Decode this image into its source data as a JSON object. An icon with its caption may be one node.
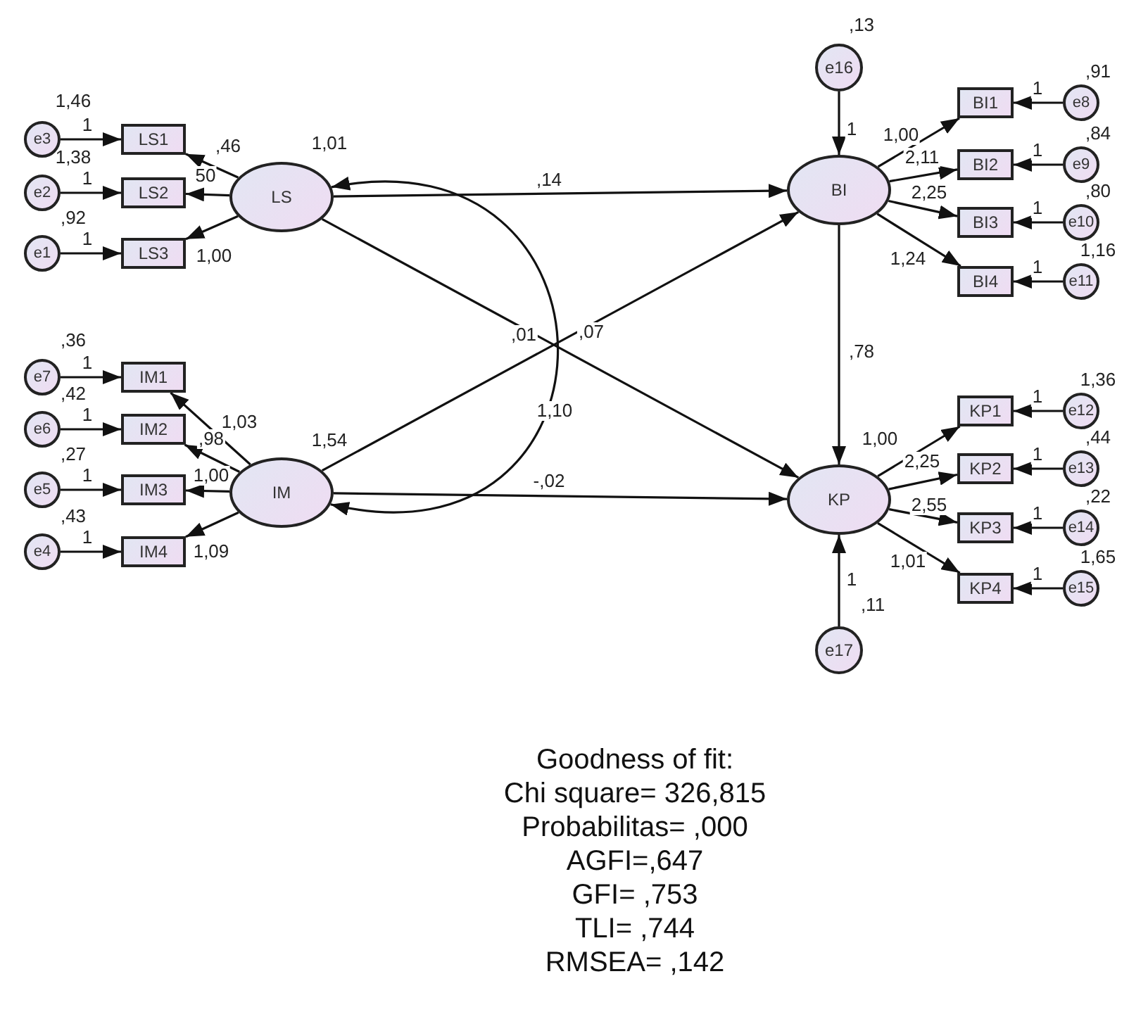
{
  "diagram": {
    "nodes": [
      {
        "text": [
          "e3"
        ],
        "beside": [
          "1,46"
        ]
      },
      {
        "text": [
          "e2"
        ],
        "beside": [
          "1,38"
        ]
      },
      {
        "text": [
          "e1"
        ],
        "beside": [
          ",92"
        ]
      },
      {
        "text": [
          "LS1"
        ]
      },
      {
        "text": [
          "LS2"
        ]
      },
      {
        "text": [
          "LS3"
        ]
      },
      {
        "text": [
          "LS"
        ],
        "beside": [
          "1,01"
        ]
      },
      {
        "text": [
          "e7"
        ],
        "beside": [
          ",36"
        ]
      },
      {
        "text": [
          "e6"
        ],
        "beside": [
          ",42"
        ]
      },
      {
        "text": [
          "e5"
        ],
        "beside": [
          ",27"
        ]
      },
      {
        "text": [
          "e4"
        ],
        "beside": [
          ",43"
        ]
      },
      {
        "text": [
          "IM1"
        ]
      },
      {
        "text": [
          "IM2"
        ]
      },
      {
        "text": [
          "IM3"
        ]
      },
      {
        "text": [
          "IM4"
        ]
      },
      {
        "text": [
          "IM"
        ],
        "beside": [
          "1,54"
        ]
      },
      {
        "text": [
          "e16"
        ],
        "beside": [
          ",13"
        ]
      },
      {
        "text": [
          "BI"
        ]
      },
      {
        "text": [
          "BI1"
        ]
      },
      {
        "text": [
          "BI2"
        ]
      },
      {
        "text": [
          "BI3"
        ]
      },
      {
        "text": [
          "BI4"
        ]
      },
      {
        "text": [
          "e8"
        ],
        "beside": [
          ",91"
        ]
      },
      {
        "text": [
          "e9"
        ],
        "beside": [
          ",84"
        ]
      },
      {
        "text": [
          "e10"
        ],
        "beside": [
          ",80"
        ]
      },
      {
        "text": [
          "e11"
        ],
        "beside": [
          "1,16"
        ]
      },
      {
        "text": [
          "KP"
        ]
      },
      {
        "text": [
          "KP1"
        ]
      },
      {
        "text": [
          "KP2"
        ]
      },
      {
        "text": [
          "KP3"
        ]
      },
      {
        "text": [
          "KP4"
        ]
      },
      {
        "text": [
          "e12"
        ],
        "beside": [
          "1,36"
        ]
      },
      {
        "text": [
          "e13"
        ],
        "beside": [
          ",44"
        ]
      },
      {
        "text": [
          "e14"
        ],
        "beside": [
          ",22"
        ]
      },
      {
        "text": [
          "e15"
        ],
        "beside": [
          "1,65"
        ]
      },
      {
        "text": [
          "e17"
        ],
        "beside": [
          ",11"
        ]
      }
    ],
    "edges": [
      {
        "from": 0,
        "to": 3,
        "arrow": "to",
        "label": "1"
      },
      {
        "from": 1,
        "to": 4,
        "arrow": "to",
        "label": "1"
      },
      {
        "from": 2,
        "to": 5,
        "arrow": "to",
        "label": "1"
      },
      {
        "from": 6,
        "to": 3,
        "arrow": "to",
        "label": ",46"
      },
      {
        "from": 6,
        "to": 4,
        "arrow": "to",
        "label": "50"
      },
      {
        "from": 6,
        "to": 5,
        "arrow": "to",
        "label": "1,00"
      },
      {
        "from": 6,
        "to": 15,
        "arrow": "both",
        "label": "1,10"
      },
      {
        "from": 7,
        "to": 11,
        "arrow": "to",
        "label": "1"
      },
      {
        "from": 8,
        "to": 12,
        "arrow": "to",
        "label": "1"
      },
      {
        "from": 9,
        "to": 13,
        "arrow": "to",
        "label": "1"
      },
      {
        "from": 10,
        "to": 14,
        "arrow": "to",
        "label": "1"
      },
      {
        "from": 15,
        "to": 11,
        "arrow": "to",
        "label": "1,03"
      },
      {
        "from": 15,
        "to": 12,
        "arrow": "to",
        "label": ",98"
      },
      {
        "from": 15,
        "to": 13,
        "arrow": "to",
        "label": "1,00"
      },
      {
        "from": 15,
        "to": 14,
        "arrow": "to",
        "label": "1,09"
      },
      {
        "from": 6,
        "to": 17,
        "arrow": "to",
        "label": ",14"
      },
      {
        "from": 6,
        "to": 26,
        "arrow": "to",
        "label": ",01"
      },
      {
        "from": 15,
        "to": 17,
        "arrow": "to",
        "label": ",07"
      },
      {
        "from": 15,
        "to": 26,
        "arrow": "to",
        "label": "-,02"
      },
      {
        "from": 16,
        "to": 17,
        "arrow": "to",
        "label": "1"
      },
      {
        "from": 17,
        "to": 18,
        "arrow": "to",
        "label": "1,00"
      },
      {
        "from": 17,
        "to": 19,
        "arrow": "to",
        "label": "2,11"
      },
      {
        "from": 17,
        "to": 20,
        "arrow": "to",
        "label": "2,25"
      },
      {
        "from": 17,
        "to": 21,
        "arrow": "to",
        "label": "1,24"
      },
      {
        "from": 22,
        "to": 18,
        "arrow": "to",
        "label": "1"
      },
      {
        "from": 23,
        "to": 19,
        "arrow": "to",
        "label": "1"
      },
      {
        "from": 24,
        "to": 20,
        "arrow": "to",
        "label": "1"
      },
      {
        "from": 25,
        "to": 21,
        "arrow": "to",
        "label": "1"
      },
      {
        "from": 17,
        "to": 26,
        "arrow": "to",
        "label": ",78"
      },
      {
        "from": 26,
        "to": 27,
        "arrow": "to",
        "label": "1,00"
      },
      {
        "from": 26,
        "to": 28,
        "arrow": "to",
        "label": "2,25"
      },
      {
        "from": 26,
        "to": 29,
        "arrow": "to",
        "label": "2,55"
      },
      {
        "from": 26,
        "to": 30,
        "arrow": "to",
        "label": "1,01"
      },
      {
        "from": 31,
        "to": 27,
        "arrow": "to",
        "label": "1"
      },
      {
        "from": 32,
        "to": 28,
        "arrow": "to",
        "label": "1"
      },
      {
        "from": 33,
        "to": 29,
        "arrow": "to",
        "label": "1"
      },
      {
        "from": 34,
        "to": 30,
        "arrow": "to",
        "label": "1"
      },
      {
        "from": 35,
        "to": 26,
        "arrow": "to",
        "label": "1"
      }
    ],
    "labels": [
      "Goodness of fit:",
      "Chi square= 326,815",
      "Probabilitas= ,000",
      "AGFI=,647",
      "GFI= ,753",
      "TLI= ,744",
      "RMSEA= ,142"
    ]
  }
}
